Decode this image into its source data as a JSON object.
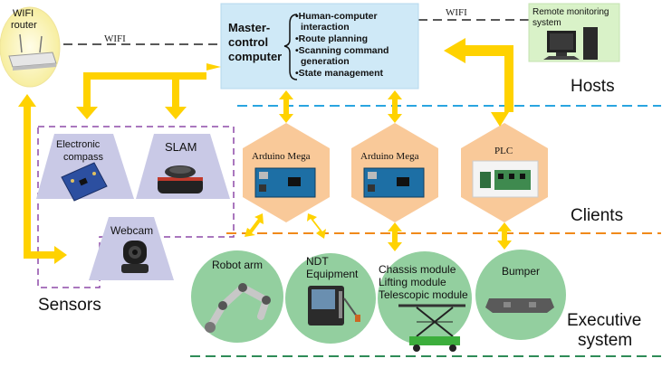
{
  "wifi_router": {
    "line1": "WIFI",
    "line2": "router"
  },
  "wifi_links": {
    "left": "WIFI",
    "right": "WIFI"
  },
  "master": {
    "title_lines": [
      "Master-",
      "control",
      "computer"
    ],
    "functions": [
      [
        "•Human-computer",
        "interaction"
      ],
      [
        "•Route planning"
      ],
      [
        "•Scanning command",
        "generation"
      ],
      [
        "•State management"
      ]
    ]
  },
  "remote": {
    "line1": "Remote monitoring",
    "line2": "system"
  },
  "layer_labels": {
    "hosts": "Hosts",
    "clients": "Clients",
    "sensors": "Sensors",
    "exec_line1": "Executive",
    "exec_line2": "system"
  },
  "sensors": {
    "compass": {
      "line1": "Electronic",
      "line2": "compass"
    },
    "slam": "SLAM",
    "webcam": "Webcam"
  },
  "clients": {
    "arduino1": "Arduino Mega",
    "arduino2": "Arduino Mega",
    "plc": "PLC"
  },
  "executive": {
    "robot_arm": "Robot arm",
    "ndt": {
      "line1": "NDT",
      "line2": "Equipment"
    },
    "chassis": {
      "line1": "Chassis module",
      "line2": "Lifting module",
      "line3": "Telescopic module"
    },
    "bumper": "Bumper"
  },
  "colors": {
    "arrow": "#ffd200",
    "host_box": "#cfe9f7",
    "remote_box": "#d9f2c8",
    "router_bg": "#fdf7c8",
    "hexagon": "#f9c999",
    "exec_circle": "#93cf9f",
    "sensor_trap": "#c9c9e6",
    "sensor_border": "#8e4aa8",
    "line_hosts": "#2aa5e0",
    "line_clients": "#f08a1a",
    "line_exec": "#2e8b57"
  }
}
